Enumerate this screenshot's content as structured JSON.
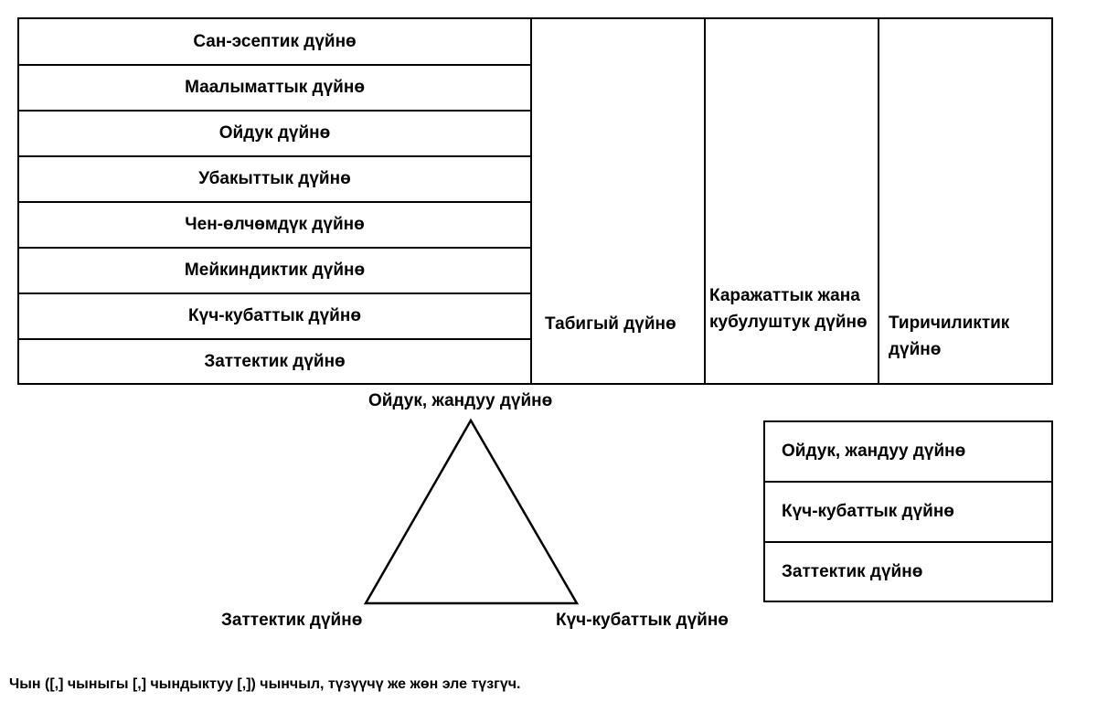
{
  "table": {
    "rows": [
      "Сан-эсептик дүйнө",
      "Маалыматтык дүйнө",
      "Ойдук дүйнө",
      "Убакыттык дүйнө",
      "Чен-өлчөмдүк дүйнө",
      "Мейкиндиктик дүйнө",
      "Күч-кубаттык дүйнө",
      "Заттектик дүйнө"
    ],
    "columns": [
      "Табигый дүйнө",
      "Каражаттык жана кубулуштук дүйнө",
      "Тиричиликтик дүйнө"
    ]
  },
  "triangle": {
    "top_label": "Ойдук, жандуу дүйнө",
    "left_label": "Заттектик дүйнө",
    "right_label": "Күч-кубаттык дүйнө"
  },
  "legend": {
    "items": [
      "Ойдук, жандуу дүйнө",
      "Күч-кубаттык дүйнө",
      "Заттектик дүйнө"
    ]
  },
  "footer": {
    "text": "Чын ([,] чыныгы [,] чындыктуу [,]) чынчыл, түзүүчү же жөн эле түзгүч."
  }
}
